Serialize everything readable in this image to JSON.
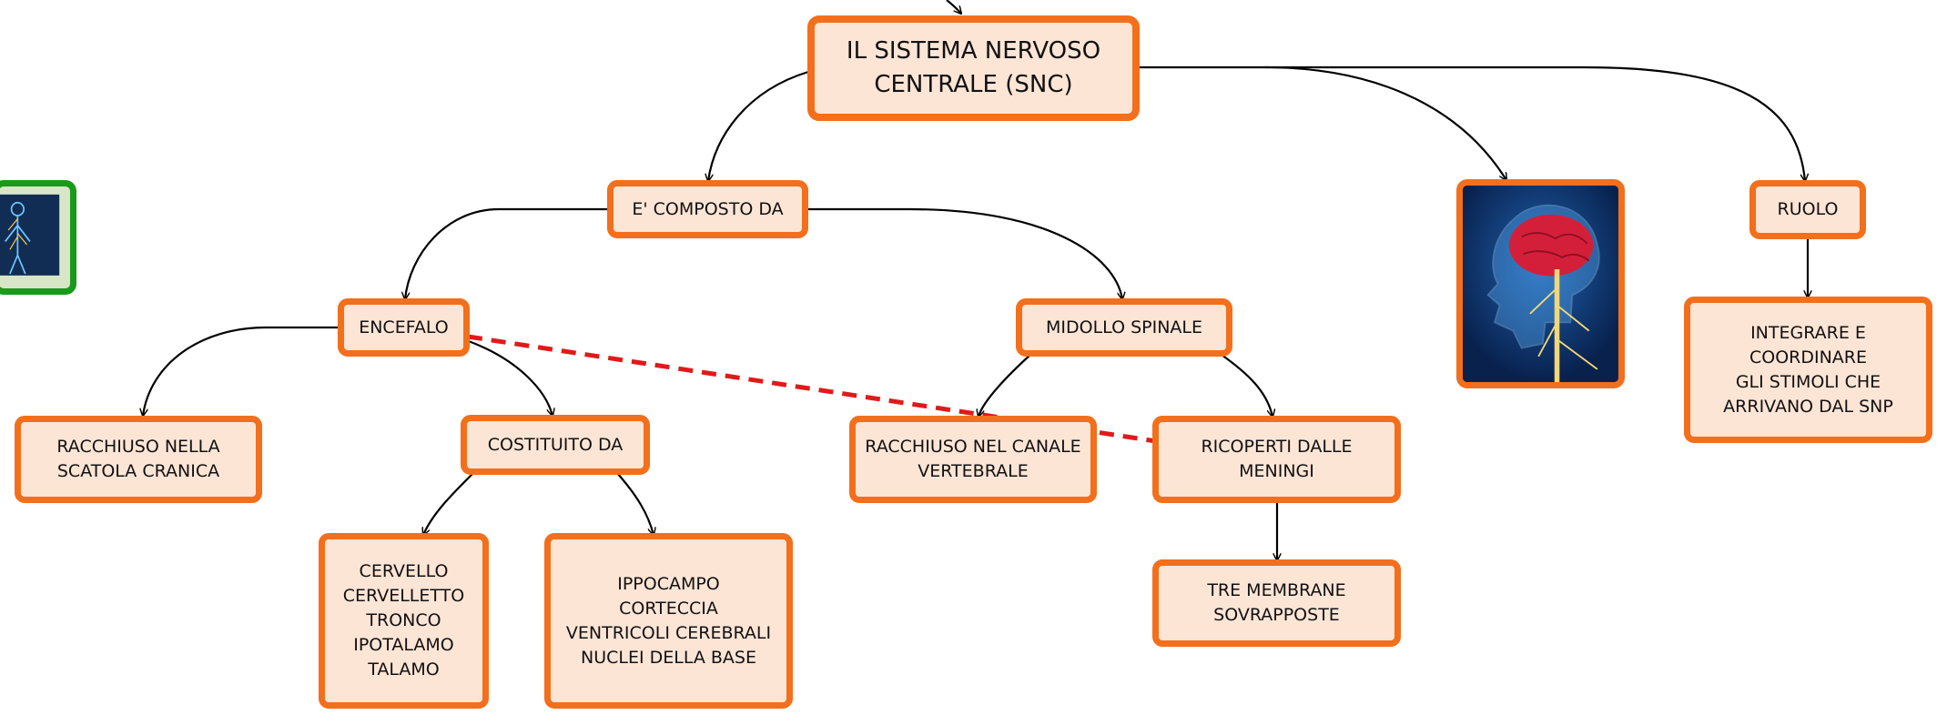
{
  "colors": {
    "node_fill": "#fde5d6",
    "node_border": "#f36f1c",
    "image_border_green": "#1a9a1a",
    "dashed_link": "#e01a1a",
    "arrow": "#000000"
  },
  "nodes": {
    "snc": "IL SISTEMA NERVOSO\nCENTRALE (SNC)",
    "composto": "E' COMPOSTO DA",
    "encefalo": "ENCEFALO",
    "midollo": "MIDOLLO SPINALE",
    "racchiuso_cranica": "RACCHIUSO NELLA\nSCATOLA CRANICA",
    "costituito": "COSTITUITO DA",
    "parti_1": "CERVELLO\nCERVELLETTO\nTRONCO\nIPOTALAMO\nTALAMO",
    "parti_2": "IPPOCAMPO\nCORTECCIA\nVENTRICOLI CEREBRALI\nNUCLEI DELLA BASE",
    "racchiuso_vertebrale": "RACCHIUSO NEL CANALE\nVERTEBRALE",
    "meningi": "RICOPERTI DALLE MENINGI",
    "membrane": "TRE MEMBRANE\nSOVRAPPOSTE",
    "ruolo": "RUOLO",
    "integrare": "INTEGRARE E COORDINARE\nGLI STIMOLI CHE\nARRIVANO DAL SNP"
  },
  "icons": {
    "brain_image": "head-brain-xray-icon",
    "body_image": "human-nervous-system-icon"
  }
}
